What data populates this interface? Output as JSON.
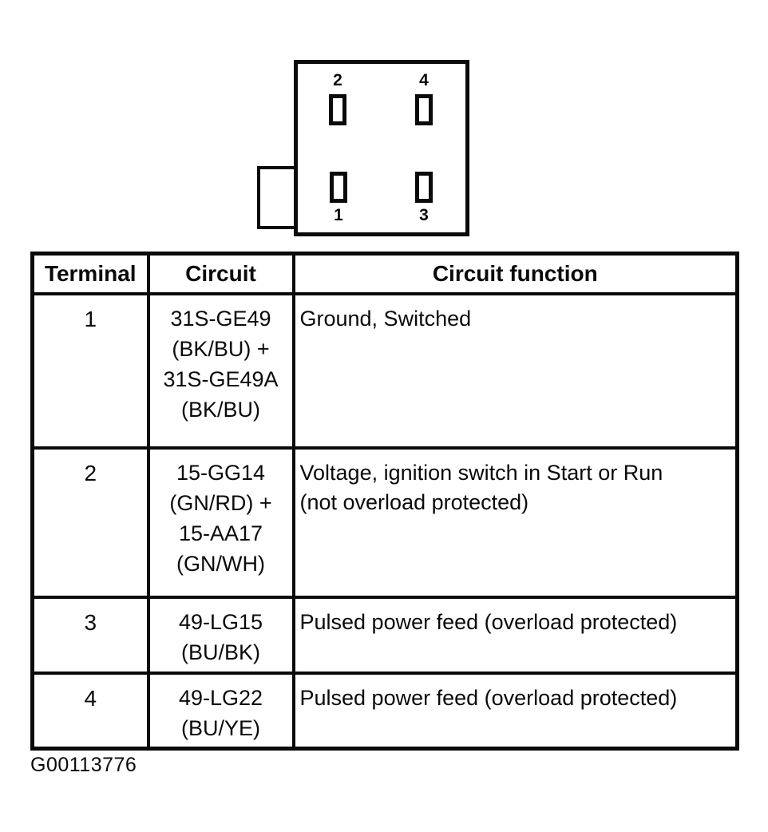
{
  "connector": {
    "pin_labels": {
      "top_left": "2",
      "top_right": "4",
      "bottom_left": "1",
      "bottom_right": "3"
    }
  },
  "table": {
    "headers": {
      "terminal": "Terminal",
      "circuit": "Circuit",
      "function": "Circuit function"
    },
    "rows": [
      {
        "terminal": "1",
        "circuit": "31S-GE49\n(BK/BU) +\n31S-GE49A\n(BK/BU)",
        "function": "Ground, Switched"
      },
      {
        "terminal": "2",
        "circuit": "15-GG14\n(GN/RD) +\n15-AA17\n(GN/WH)",
        "function": "Voltage, ignition switch in Start or Run\n(not overload protected)"
      },
      {
        "terminal": "3",
        "circuit": "49-LG15\n(BU/BK)",
        "function": "Pulsed power feed (overload protected)"
      },
      {
        "terminal": "4",
        "circuit": "49-LG22\n(BU/YE)",
        "function": "Pulsed power feed (overload protected)"
      }
    ]
  },
  "footer": {
    "figure_id": "G00113776"
  },
  "colors": {
    "ink": "#0a0a0a",
    "paper": "#ffffff"
  }
}
